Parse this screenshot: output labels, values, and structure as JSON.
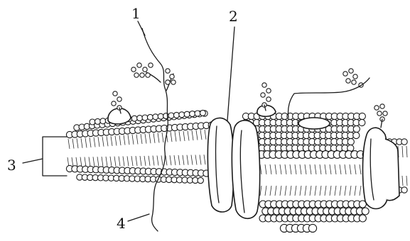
{
  "figure": {
    "labels": {
      "label_1": "1",
      "label_2": "2",
      "label_3": "3",
      "label_4": "4"
    },
    "parts": {
      "glycoprotein_chain": "line-icon",
      "channel_protein": "protein-icon",
      "phospholipid_bilayer": "bilayer-icon",
      "transmembrane_protein_tail": "line-icon"
    }
  }
}
